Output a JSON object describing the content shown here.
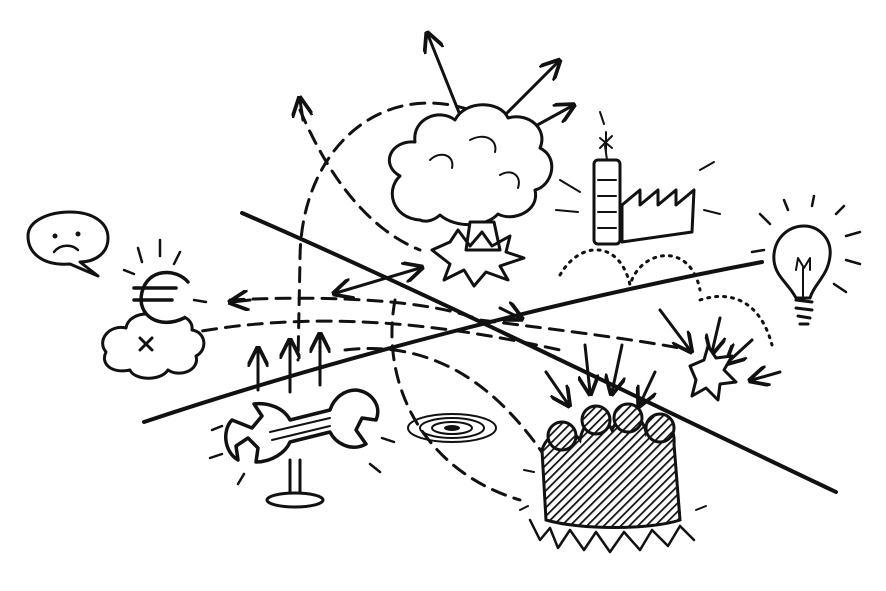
{
  "illustration": {
    "style": "black ink doodle on white",
    "ink_color": "#111111",
    "background": "#ffffff",
    "elements": [
      "crossing-lines",
      "mushroom-cloud",
      "dynamite-stick",
      "factory",
      "light-bulb",
      "sad-speech-bubble",
      "euro-cloud",
      "wrench-on-stand",
      "whirlpool",
      "burning-crowd",
      "starburst",
      "dashed-loops",
      "arrows"
    ]
  }
}
